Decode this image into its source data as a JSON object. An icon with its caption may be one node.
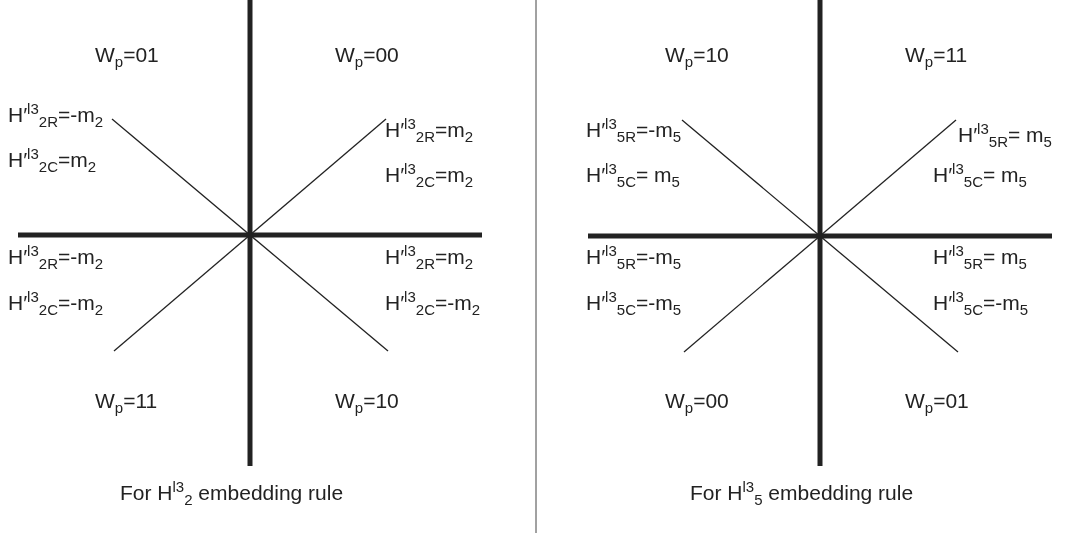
{
  "diagram": {
    "labels": [
      "W$_{p}$=01",
      "W$_{p}$=00",
      "H′$^{l3}$$_{2R}$=-m$_{2}$",
      "H′$^{l3}$$_{2R}$=m$_{2}$",
      "H′$^{l3}$$_{2C}$=m$_{2}$",
      "H′$^{l3}$$_{2C}$=m$_{2}$",
      "H′$^{l3}$$_{2R}$=-m$_{2}$",
      "H′$^{l3}$$_{2R}$=m$_{2}$",
      "H′$^{l3}$$_{2C}$=-m$_{2}$",
      "H′$^{l3}$$_{2C}$=-m$_{2}$",
      "W$_{p}$=11",
      "W$_{p}$=10",
      "For H$^{l3}$$_{2}$ embedding rule",
      "W$_{p}$=10",
      "W$_{p}$=11",
      "H′$^{l3}$$_{5R}$=-m$_{5}$",
      "H′$^{l3}$$_{5R}$= m$_{5}$",
      "H′$^{l3}$$_{5C}$= m$_{5}$",
      "H′$^{l3}$$_{5C}$= m$_{5}$",
      "H′$^{l3}$$_{5R}$=-m$_{5}$",
      "H′$^{l3}$$_{5R}$= m$_{5}$",
      "H′$^{l3}$$_{5C}$=-m$_{5}$",
      "H′$^{l3}$$_{5C}$=-m$_{5}$",
      "W$_{p}$=00",
      "W$_{p}$=01",
      "For H$^{l3}$$_{5}$ embedding rule"
    ]
  }
}
